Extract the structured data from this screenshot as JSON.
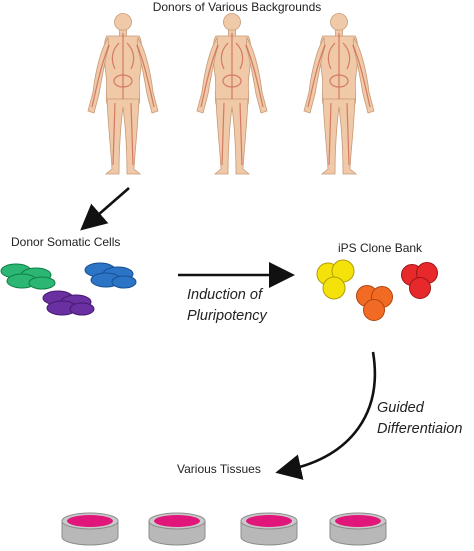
{
  "title": "Donors of Various Backgrounds",
  "labels": {
    "donor_cells": "Donor Somatic Cells",
    "ips_bank": "iPS Clone Bank",
    "tissues": "Various Tissues"
  },
  "steps": {
    "induction_line1": "Induction of",
    "induction_line2": "Pluripotency",
    "guided_line1": "Guided",
    "guided_line2": "Differentiaion"
  },
  "icons": {
    "donor": "human-anatomy-figure-icon",
    "somatic_cell": "somatic-cell-cluster-icon",
    "ips_clone": "ips-clone-cluster-icon",
    "tissue": "tissue-culture-dish-icon"
  },
  "colors": {
    "skin": "#efc9a8",
    "green_cells": "#2bb673",
    "blue_cells": "#2c74c6",
    "purple_cells": "#6a2fa0",
    "yellow_clone": "#f4e20a",
    "orange_clone": "#f26b24",
    "red_clone": "#e8292b",
    "tissue_dish": "#e0167a",
    "dish_rim": "#b8b8b8"
  }
}
